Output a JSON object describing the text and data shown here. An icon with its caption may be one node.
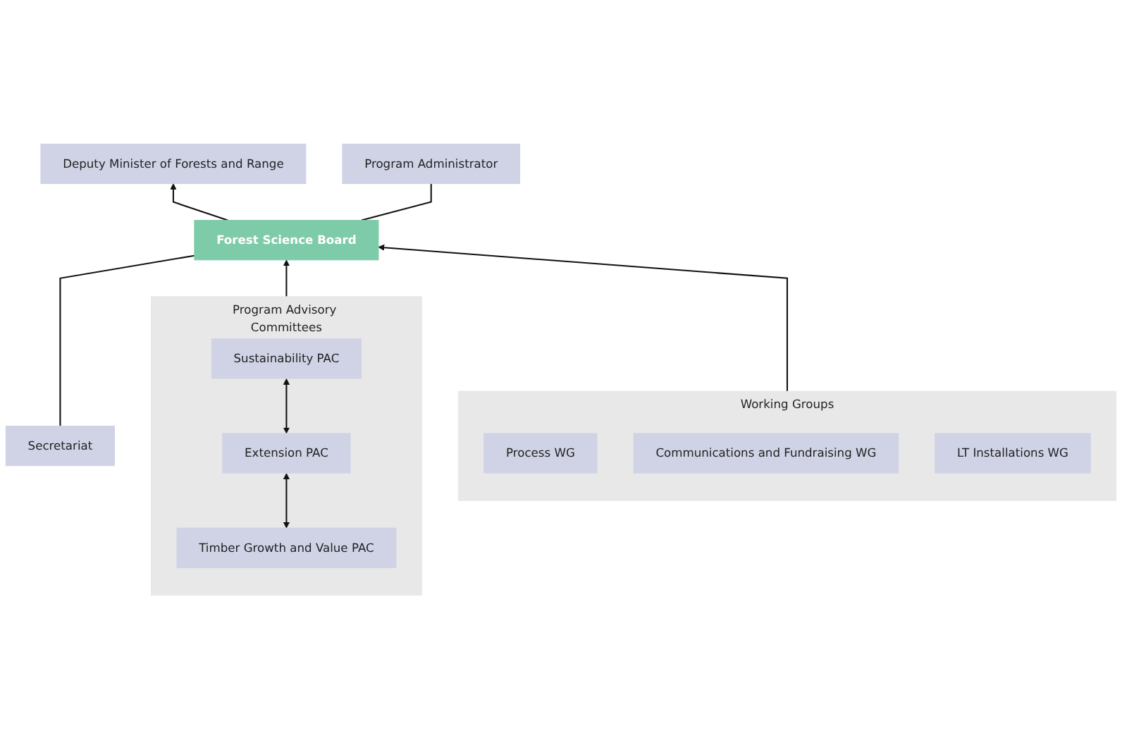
{
  "diagram": {
    "nodes": [
      {
        "text": [
          "Deputy Minister of Forests and Range"
        ]
      },
      {
        "text": [
          "Secretariat"
        ]
      },
      {
        "text": [
          "Forest Science Board"
        ]
      },
      {
        "text": [
          "Program Administrator"
        ]
      },
      {
        "text": [
          "Program Advisory Committees"
        ]
      },
      {
        "text": [
          "Sustainability PAC"
        ],
        "in": 4
      },
      {
        "text": [
          "Extension PAC"
        ],
        "in": 4
      },
      {
        "text": [
          "Timber Growth and Value PAC"
        ],
        "in": 4
      },
      {
        "text": [
          "Working Groups"
        ]
      },
      {
        "text": [
          "Process WG"
        ],
        "in": 8
      },
      {
        "text": [
          "Communications and Fundraising WG"
        ],
        "in": 8
      },
      {
        "text": [
          "LT Installations WG"
        ],
        "in": 8
      }
    ],
    "edges": [
      {
        "from": 2,
        "to": 0,
        "arrow": "to"
      },
      {
        "from": 1,
        "to": 2,
        "arrow": "none"
      },
      {
        "from": 2,
        "to": 3,
        "arrow": "none"
      },
      {
        "from": 4,
        "to": 2,
        "arrow": "to"
      },
      {
        "from": 8,
        "to": 2,
        "arrow": "to"
      },
      {
        "from": 5,
        "to": 6,
        "arrow": "both"
      },
      {
        "from": 6,
        "to": 7,
        "arrow": "both"
      }
    ]
  }
}
